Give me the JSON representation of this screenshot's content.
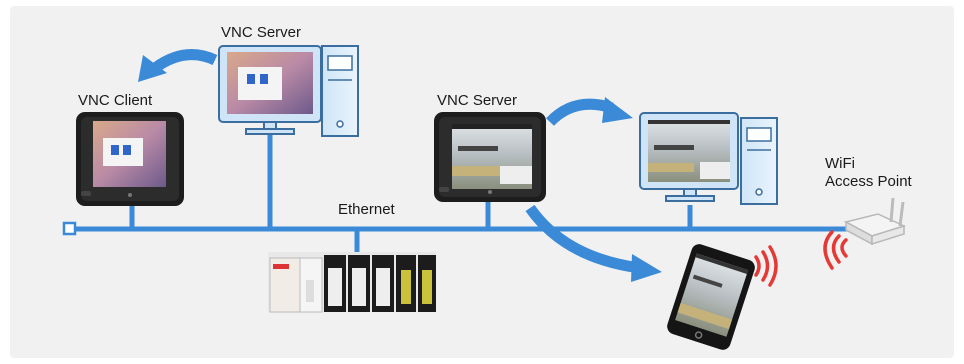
{
  "labels": {
    "vnc_server_top": "VNC Server",
    "vnc_client": "VNC Client",
    "vnc_server_mid": "VNC Server",
    "ethernet": "Ethernet",
    "wifi_line1": "WiFi",
    "wifi_line2": "Access Point"
  },
  "colors": {
    "bus": "#3b8ad8",
    "arrow": "#3b8ad8",
    "wireless": "#e53935",
    "panel_bg": "#f1f1f1"
  },
  "icons": [
    "hmi-panel-icon",
    "desktop-pc-icon",
    "tablet-icon",
    "wifi-router-icon",
    "plc-rack-icon",
    "wireless-signal-icon"
  ]
}
